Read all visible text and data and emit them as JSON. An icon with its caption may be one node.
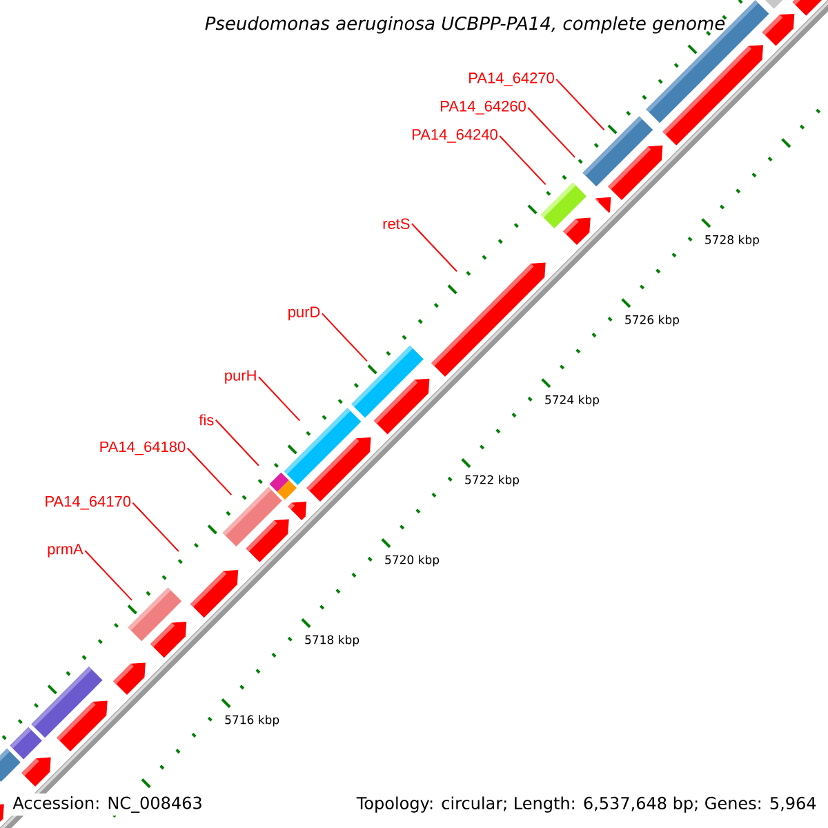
{
  "diagram": {
    "title": "Pseudomonas aeruginosa UCBPP-PA14, complete genome",
    "nodes": [
      {
        "text": [
          "PA14_64270"
        ]
      },
      {
        "text": [
          "PA14_64260"
        ]
      },
      {
        "text": [
          "PA14_64240"
        ]
      },
      {
        "text": [
          "retS"
        ]
      },
      {
        "text": [
          "purD"
        ]
      },
      {
        "text": [
          "purH"
        ]
      },
      {
        "text": [
          "fis"
        ]
      },
      {
        "text": [
          "PA14_64180"
        ]
      },
      {
        "text": [
          "PA14_64170"
        ]
      },
      {
        "text": [
          "prmA"
        ]
      }
    ],
    "edges": [
      {
        "from": 0,
        "to": null,
        "arrow": "none"
      },
      {
        "from": 1,
        "to": null,
        "arrow": "none"
      },
      {
        "from": 2,
        "to": null,
        "arrow": "none"
      },
      {
        "from": 3,
        "to": null,
        "arrow": "none"
      },
      {
        "from": 4,
        "to": null,
        "arrow": "none"
      },
      {
        "from": 5,
        "to": null,
        "arrow": "none"
      },
      {
        "from": 6,
        "to": null,
        "arrow": "none"
      },
      {
        "from": 7,
        "to": null,
        "arrow": "none"
      },
      {
        "from": 8,
        "to": null,
        "arrow": "none"
      },
      {
        "from": 9,
        "to": null,
        "arrow": "none"
      }
    ],
    "labels": [
      "5728 kbp",
      "5726 kbp",
      "5724 kbp",
      "5722 kbp",
      "5720 kbp",
      "5718 kbp",
      "5716 kbp",
      "Accession: NC_008463",
      "Topology: circular; Length: 6,537,648 bp; Genes: 5,964"
    ]
  }
}
